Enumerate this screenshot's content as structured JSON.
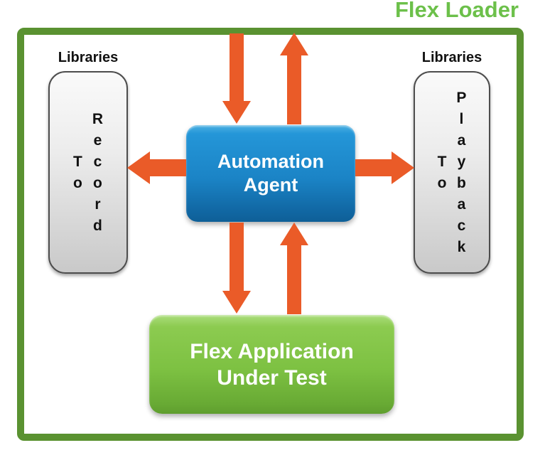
{
  "title": "Flex Loader",
  "colors": {
    "arrow": "#EA5B28",
    "frame_green": "#5A9231",
    "title_green": "#6CC04A",
    "agent_blue": "#1B84C6",
    "app_green": "#7DC142",
    "library_gray": "#DCDCDC",
    "text_dark": "#111111",
    "text_white": "#FFFFFF"
  },
  "left_library": {
    "label": "Libraries",
    "to": "To",
    "word": "Record"
  },
  "right_library": {
    "label": "Libraries",
    "to": "To",
    "word": "Playback"
  },
  "agent_box": {
    "lines": [
      "Automation",
      "Agent"
    ]
  },
  "app_box": {
    "lines": [
      "Flex Application",
      "Under Test"
    ]
  },
  "arrows": [
    "frame-to-agent-down",
    "agent-to-frame-up",
    "agent-to-record-left",
    "agent-to-playback-right",
    "agent-to-app-down",
    "app-to-agent-up"
  ]
}
